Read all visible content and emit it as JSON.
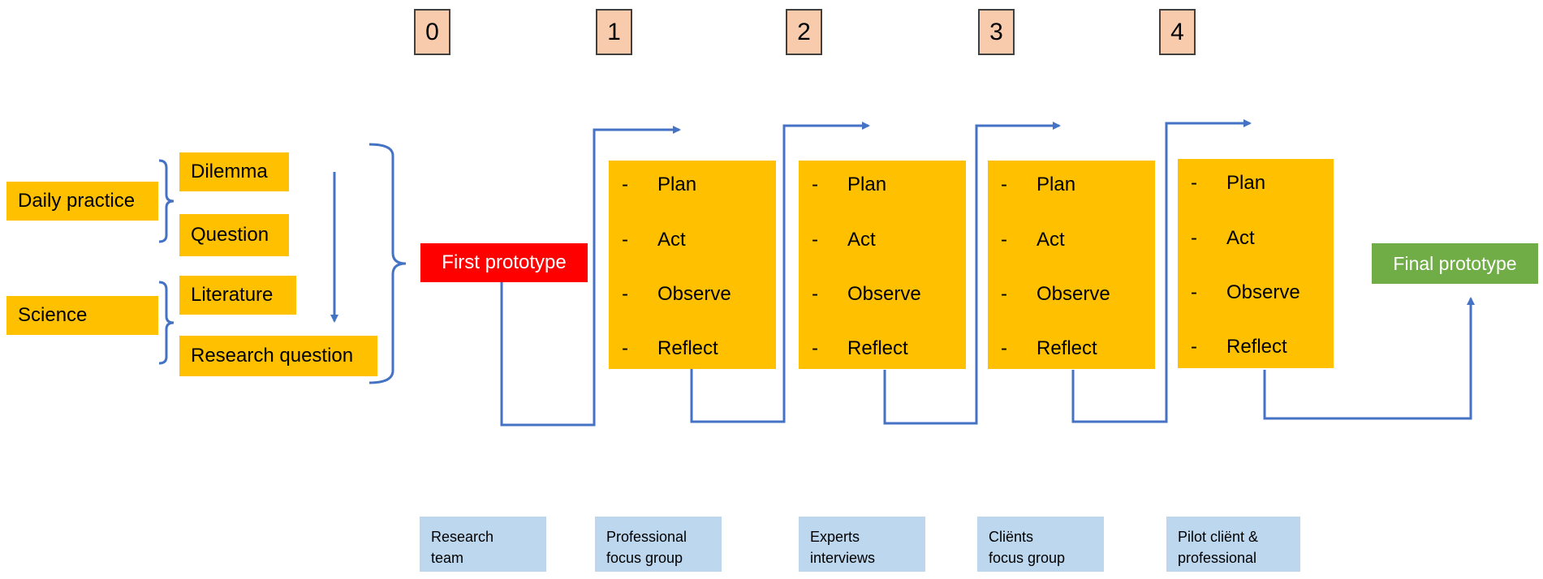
{
  "phases": [
    "0",
    "1",
    "2",
    "3",
    "4"
  ],
  "inputs": {
    "daily_practice": "Daily practice",
    "science": "Science",
    "dilemma": "Dilemma",
    "question": "Question",
    "literature": "Literature",
    "research_question": "Research question"
  },
  "first_prototype": "First prototype",
  "final_prototype": "Final prototype",
  "cycle_dash": "-",
  "cycle_steps": [
    "Plan",
    "Act",
    "Observe",
    "Reflect"
  ],
  "participants": [
    {
      "line1": "Research",
      "line2": "team"
    },
    {
      "line1": "Professional",
      "line2": "focus group"
    },
    {
      "line1": "Experts",
      "line2": "interviews"
    },
    {
      "line1": "Cliënts",
      "line2": "focus group"
    },
    {
      "line1": "Pilot cliënt &",
      "line2": "professional"
    }
  ],
  "colors": {
    "yellow": "#ffc000",
    "red": "#ff0000",
    "green": "#70ad47",
    "light_blue": "#bdd7ee",
    "salmon": "#f8cbad",
    "arrow_blue": "#4472c4"
  }
}
